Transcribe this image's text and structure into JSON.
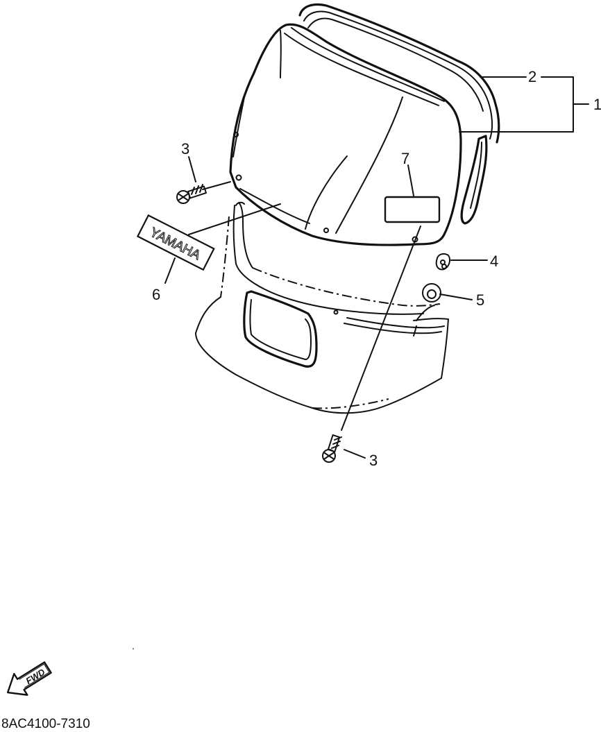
{
  "callouts": {
    "c1": "1",
    "c2": "2",
    "c3a": "3",
    "c3b": "3",
    "c4": "4",
    "c5": "5",
    "c6": "6",
    "c7": "7"
  },
  "emblem_text": "YAMAHA",
  "fwd_arrow_text": "FWD",
  "reference_code": "8AC4100-7310"
}
